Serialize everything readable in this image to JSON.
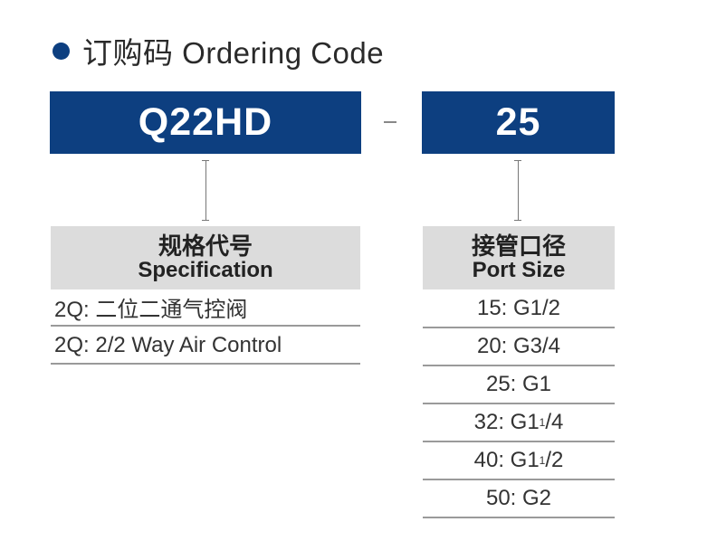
{
  "title": "订购码 Ordering Code",
  "code": {
    "model": "Q22HD",
    "separator": "-",
    "port": "25"
  },
  "specification": {
    "header_zh": "规格代号",
    "header_en": "Specification",
    "rows": [
      "2Q: 二位二通气控阀",
      "2Q: 2/2 Way Air Control"
    ]
  },
  "port_size": {
    "header_zh": "接管口径",
    "header_en": "Port Size",
    "rows": [
      {
        "prefix": "15: G1/2",
        "sup": "",
        "suffix": ""
      },
      {
        "prefix": "20: G3/4",
        "sup": "",
        "suffix": ""
      },
      {
        "prefix": "25: G1",
        "sup": "",
        "suffix": ""
      },
      {
        "prefix": "32: G1",
        "sup": "1",
        "suffix": "/4"
      },
      {
        "prefix": "40: G1",
        "sup": "1",
        "suffix": "/2"
      },
      {
        "prefix": "50: G2",
        "sup": "",
        "suffix": ""
      }
    ]
  },
  "colors": {
    "accent": "#0d3f80",
    "header_bg": "#dcdcdc"
  }
}
